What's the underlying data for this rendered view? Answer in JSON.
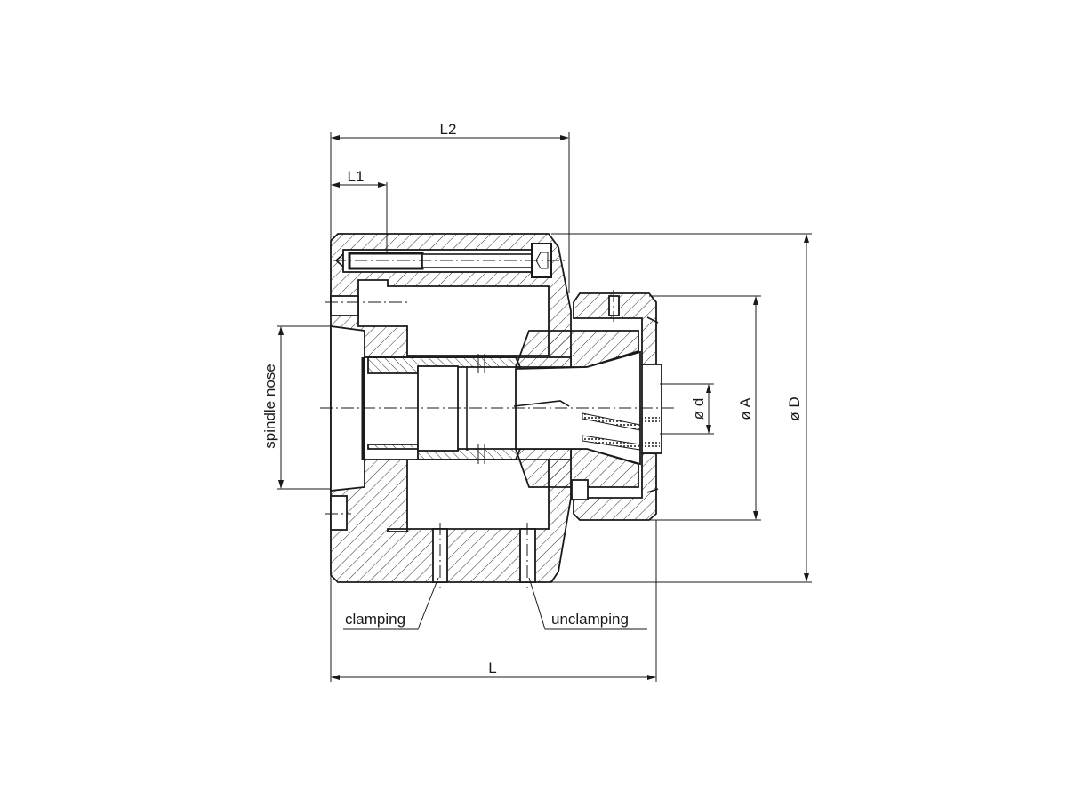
{
  "drawing": {
    "title": "Clamping chuck sectional view",
    "dimensions": {
      "L": "L",
      "L1": "L1",
      "L2": "L2",
      "D": "ø D",
      "A": "ø A",
      "d": "ø d",
      "spindle_nose": "spindle nose"
    },
    "callouts": {
      "clamping": "clamping",
      "unclamping": "unclamping"
    },
    "colors": {
      "line": "#1a1a1a",
      "background": "#ffffff"
    }
  }
}
